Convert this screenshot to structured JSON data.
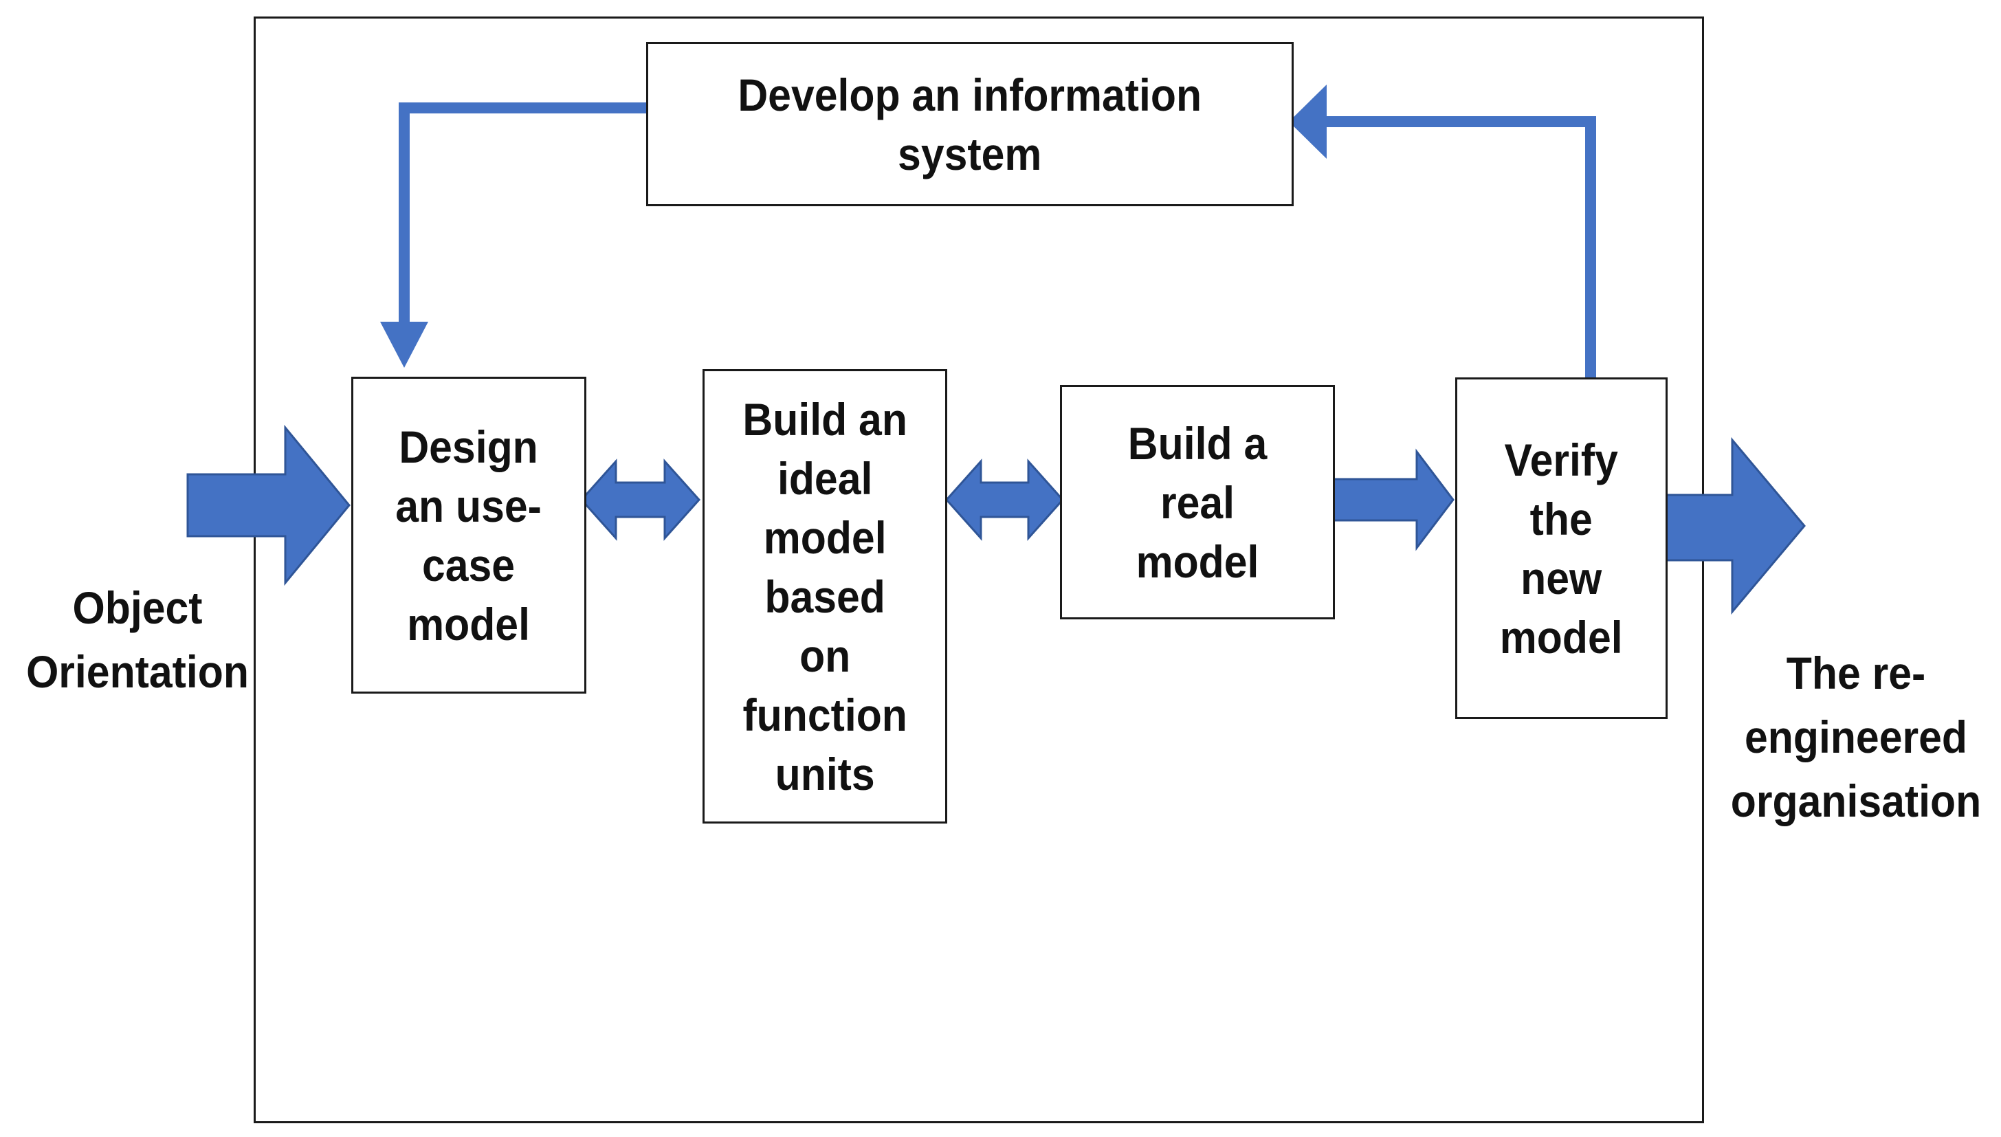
{
  "diagram": {
    "boxes": {
      "develop": "Develop an information\nsystem",
      "design": "Design\nan use-\ncase\nmodel",
      "ideal": "Build an\nideal\nmodel\nbased\non\nfunction\nunits",
      "real": "Build a\nreal\nmodel",
      "verify": "Verify\nthe\nnew\nmodel"
    },
    "input_label": "Object\nOrientation",
    "output_label": "The re-\nengineered\norganisation",
    "colors": {
      "arrow_fill": "#4472C4",
      "arrow_stroke": "#2F5597",
      "box_border": "#1a1a1a"
    }
  }
}
